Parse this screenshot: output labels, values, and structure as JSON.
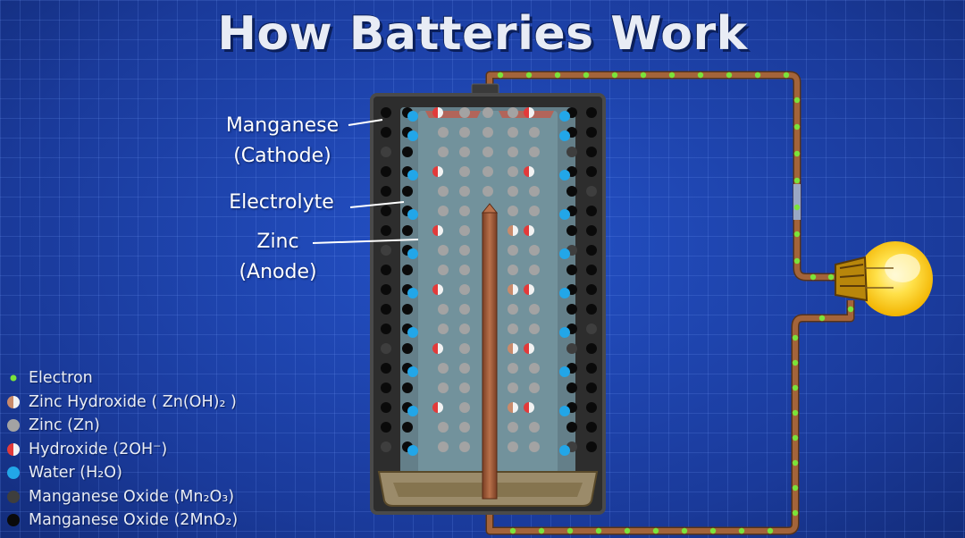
{
  "title": "How Batteries Work",
  "callouts": {
    "cathode_line1": "Manganese",
    "cathode_line2": "(Cathode)",
    "electrolyte": "Electrolyte",
    "anode_line1": "Zinc",
    "anode_line2": "(Anode)"
  },
  "legend": [
    {
      "id": "electron",
      "label": "Electron",
      "icon": "electron-dot",
      "color": "#7be33a"
    },
    {
      "id": "zinc-hydroxide",
      "label": "Zinc Hydroxide ( Zn(OH)₂ )",
      "icon": "half-dot",
      "color": "#c98a6a"
    },
    {
      "id": "zinc",
      "label": "Zinc (Zn)",
      "icon": "dot",
      "color": "#a3a3a3"
    },
    {
      "id": "hydroxide",
      "label": "Hydroxide (2OH⁻)",
      "icon": "half-dot",
      "color": "#e23a3a"
    },
    {
      "id": "water",
      "label": "Water (H₂O)",
      "icon": "dot",
      "color": "#22a6e8"
    },
    {
      "id": "manganese-oxide-mn2o3",
      "label": "Manganese Oxide (Mn₂O₃)",
      "icon": "dot",
      "color": "#3e3e3e"
    },
    {
      "id": "manganese-oxide-2mno2",
      "label": "Manganese Oxide (2MnO₂)",
      "icon": "dot",
      "color": "#0a0a0a"
    }
  ],
  "colors": {
    "background": "#1a3fa0",
    "wire": "#a3643a",
    "electron": "#7be33a",
    "water": "#22a6e8",
    "zinc": "#a3a3a3",
    "hydroxide_red": "#e23a3a",
    "manganese": "#0a0a0a",
    "bulb": "#ffd21a"
  }
}
